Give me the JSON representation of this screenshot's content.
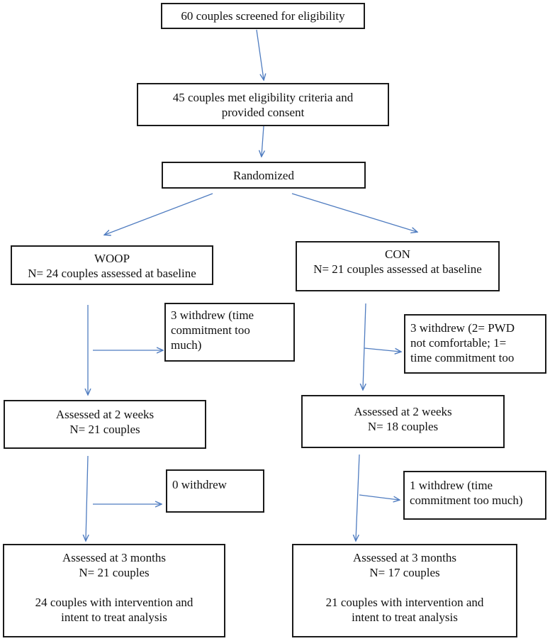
{
  "screening": {
    "text": "60 couples screened for eligibility"
  },
  "eligibility": {
    "line1": "45 couples met eligibility criteria and",
    "line2": "provided consent"
  },
  "randomized": {
    "text": "Randomized"
  },
  "woop_arm": {
    "baseline": {
      "line1": "WOOP",
      "line2": "N= 24 couples assessed at baseline"
    },
    "withdraw1": {
      "line1": "3 withdrew (time",
      "line2": "commitment too",
      "line3": "much)"
    },
    "two_weeks": {
      "line1": "Assessed at 2 weeks",
      "line2": "N= 21 couples"
    },
    "withdraw2": {
      "line1": "0 withdrew"
    },
    "three_months": {
      "line1": "Assessed at 3 months",
      "line2": "N= 21 couples",
      "line3": "24 couples with intervention and",
      "line4": "intent to treat analysis"
    }
  },
  "con_arm": {
    "baseline": {
      "line1": "CON",
      "line2": "N= 21 couples assessed at baseline"
    },
    "withdraw1": {
      "line1": "3 withdrew (2= PWD",
      "line2": "not comfortable; 1=",
      "line3": "time commitment too"
    },
    "two_weeks": {
      "line1": "Assessed at 2 weeks",
      "line2": "N= 18 couples"
    },
    "withdraw2": {
      "line1": "1 withdrew (time",
      "line2": "commitment too much)"
    },
    "three_months": {
      "line1": "Assessed at 3 months",
      "line2": "N= 17 couples",
      "line3": "21 couples with intervention and",
      "line4": "intent to treat analysis"
    }
  },
  "colors": {
    "arrow": "#4f7cc0",
    "border": "#1a1a1a",
    "text": "#111111",
    "background": "#ffffff"
  }
}
